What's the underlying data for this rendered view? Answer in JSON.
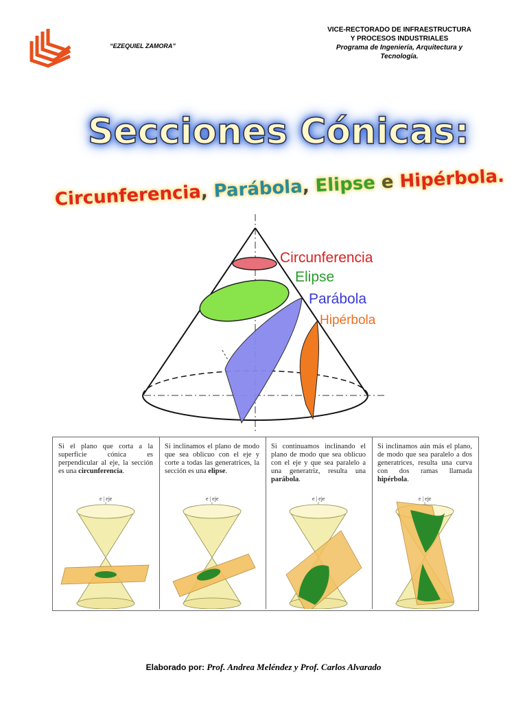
{
  "header": {
    "institution": "“EZEQUIEL ZAMORA”",
    "right_line1": "VICE-RECTORADO DE INFRAESTRUCTURA",
    "right_line2": "Y PROCESOS INDUSTRIALES",
    "right_line3": "Programa de Ingeniería, Arquitectura y",
    "right_line4": "Tecnología."
  },
  "title": "Secciones Cónicas:",
  "subtitle": {
    "circ": "Circunferencia",
    "sep1": ",",
    "parab": "Parábola",
    "sep2": ",",
    "elipse": "Elipse",
    "conj": "e",
    "hiper": "Hipérbola."
  },
  "diagram_labels": {
    "circ": "Circunferencia",
    "elipse": "Elipse",
    "parab": "Parábola",
    "hiper": "Hipérbola"
  },
  "panels": [
    {
      "text_pre": "Si el plano que corta a la superficie cónica es perpendicular al eje, la sección es una",
      "term": "circunferencia",
      "text_post": ".",
      "axis": "e | eje"
    },
    {
      "text_pre": "Si inclinamos el plano de modo que sea oblicuo con el eje y corte a todas las generatrices, la sección es una",
      "term": "elipse",
      "text_post": ".",
      "axis": "e | eje"
    },
    {
      "text_pre": "Si continuamos inclinando el plano de modo que sea oblicuo con el eje y que sea paralelo a una generatriz, resulta una",
      "term": "parábola",
      "text_post": ".",
      "axis": "e | eje"
    },
    {
      "text_pre": "Si inclinamos aún más el plano, de modo que sea paralelo a dos generatrices, resulta una curva con dos ramas llamada",
      "term": "hipérbola",
      "text_post": ".",
      "axis": "e | eje"
    }
  ],
  "footer": {
    "prefix": "Elaborado por:",
    "names": "Prof. Andrea Meléndez y Prof. Carlos Alvarado"
  },
  "colors": {
    "logo": "#e8501c",
    "circ": "#e8707a",
    "ellipse": "#88e44a",
    "parabola": "#8888ee",
    "hyperbola": "#f07a20",
    "cone_fill": "#f4edb0",
    "plane": "#f2c060",
    "section": "#2a8a2a"
  }
}
